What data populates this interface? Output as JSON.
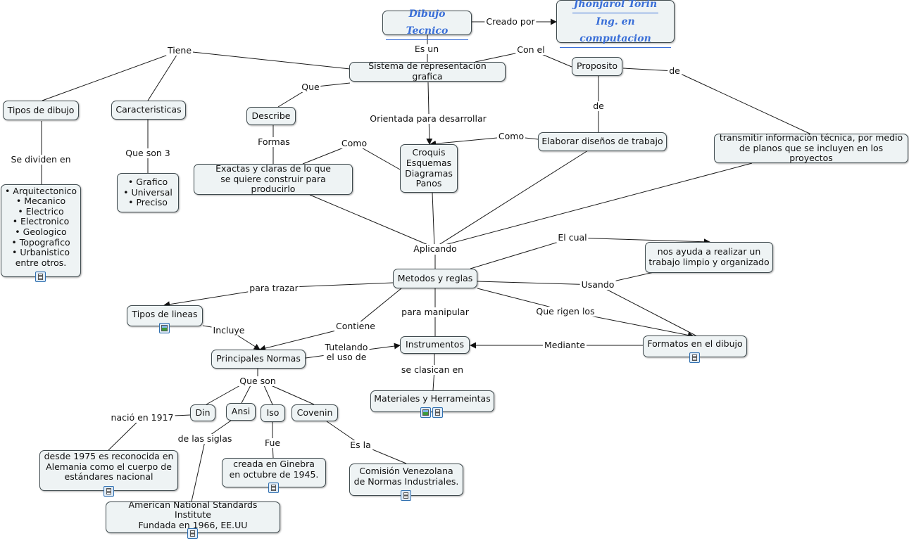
{
  "nodes": {
    "dibujo_tecnico": "Dibujo Tecnico",
    "autor_nombre": "Jhonjarol Torin",
    "autor_titulo": "Ing. en computacion",
    "sistema": "Sistema de representacion grafica",
    "proposito": "Proposito",
    "tipos_dibujo": "Tipos de dibujo",
    "caracteristicas": "Caracteristicas",
    "describe": "Describe",
    "exactas": "Exactas y claras de lo que\nse quiere construir para producirlo",
    "croquis": "Croquis\nEsquemas\nDiagramas\nPanos",
    "elaborar": "Elaborar diseños de trabajo",
    "transmitir": "transmitir información técnica, por medio\nde planos que se incluyen en los proyectos",
    "tipos_lista": "• Arquitectonico\n• Mecanico\n• Electrico\n• Electronico\n• Geologico\n• Topografico\n• Urbanistico\nentre otros.",
    "caract_lista": "• Grafico\n• Universal\n• Preciso",
    "metodos": "Metodos y reglas",
    "ayuda": "nos ayuda a realizar un\ntrabajo limpio y organizado",
    "tipos_lineas": "Tipos de lineas",
    "principales": "Principales Normas",
    "instrumentos": "Instrumentos",
    "formatos": "Formatos en el dibujo",
    "materiales": "Materiales y Herrameintas",
    "din": "Din",
    "ansi": "Ansi",
    "iso": "Iso",
    "covenin": "Covenin",
    "desde1975": "desde 1975 es reconocida en\nAlemania como el cuerpo de\nestándares nacional",
    "ginebra": "creada en Ginebra\nen octubre de 1945.",
    "comision": "Comisión Venezolana\nde Normas Industriales.",
    "american": "American National Standards Institute\nFundada en 1966, EE.UU"
  },
  "labels": {
    "creado_por": "Creado por",
    "es_un": "Es un",
    "con_el": "Con el",
    "tiene": "Tiene",
    "de1": "de",
    "que": "Que",
    "de2": "de",
    "orientada": "Orientada para desarrollar",
    "formas": "Formas",
    "como1": "Como",
    "como2": "Como",
    "se_dividen": "Se dividen en",
    "que_son_3": "Que son 3",
    "aplicando": "Aplicando",
    "el_cual": "El cual",
    "usando": "Usando",
    "para_trazar": "para trazar",
    "para_manipular": "para manipular",
    "que_rigen": "Que rigen los",
    "contiene": "Contiene",
    "incluye": "Incluye",
    "tutelando": "Tutelando\nel uso de",
    "mediante": "Mediante",
    "se_clasican": "se clasican en",
    "que_son": "Que son",
    "nacio": "nació en 1917",
    "de_las_siglas": "de las siglas",
    "fue": "Fue",
    "es_la": "Es la"
  },
  "colors": {
    "title_text": "#3a6fd8",
    "node_fill": "#eef3f4",
    "node_border": "#3f4a4e",
    "line": "#1a1a1a"
  },
  "resource_icons": [
    "note-icon",
    "image-icon"
  ]
}
